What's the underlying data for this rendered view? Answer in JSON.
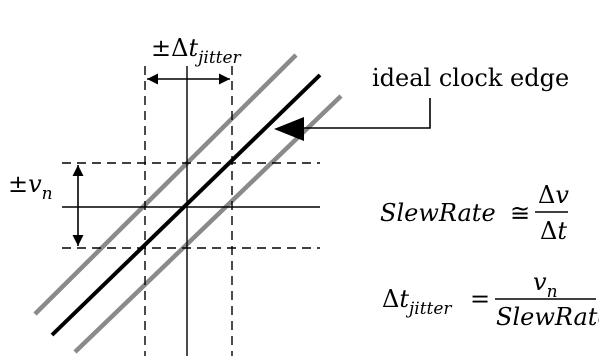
{
  "labels": {
    "ideal_edge": "ideal clock edge"
  },
  "jitter_label": {
    "pm": "±Δ",
    "t": "t",
    "sub": "jitter"
  },
  "vn_label": {
    "pm": "±",
    "v": "v",
    "sub": "n"
  },
  "slew_eq": {
    "lhs": "SlewRate",
    "rel": "≅",
    "num_delta": "Δ",
    "num_var": "v",
    "den_delta": "Δ",
    "den_var": "t"
  },
  "jitter_eq": {
    "lhs_delta": "Δ",
    "lhs_var": "t",
    "lhs_sub": "jitter",
    "rel": "=",
    "num_var": "v",
    "num_sub": "n",
    "den": "SlewRate"
  }
}
